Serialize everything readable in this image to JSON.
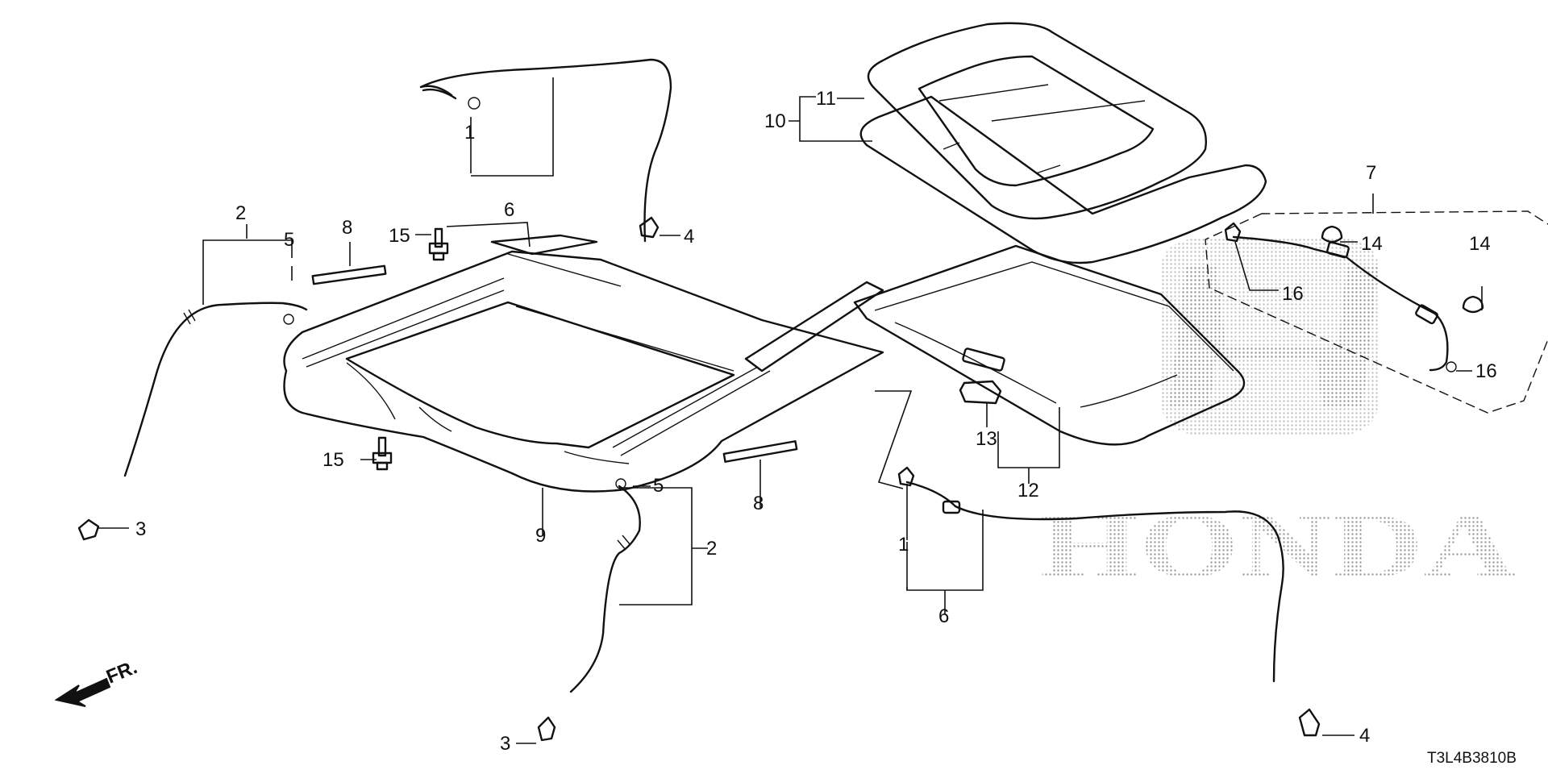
{
  "diagram": {
    "code": "T3L4B3810B",
    "front_label": "FR.",
    "watermark": "HONDA",
    "callouts": [
      "1",
      "2",
      "3",
      "4",
      "5",
      "6",
      "7",
      "8",
      "9",
      "10",
      "11",
      "12",
      "13",
      "14",
      "15",
      "16"
    ]
  }
}
